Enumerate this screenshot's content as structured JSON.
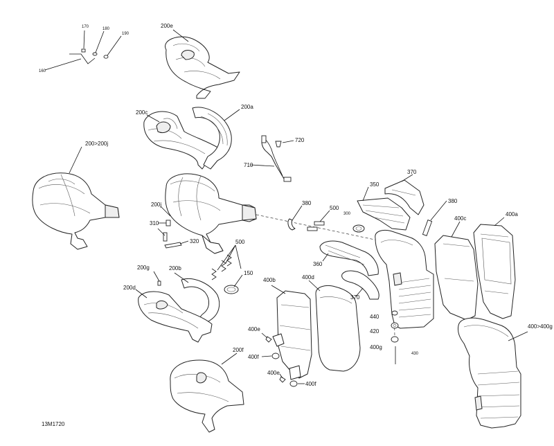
{
  "diagram_id": "13M1720",
  "callouts": {
    "c170": "170",
    "c180": "180",
    "c190": "190",
    "c160": "160",
    "c200e": "200e",
    "c200c": "200c",
    "c200a": "200a",
    "c200_200j": "200>200j",
    "c720": "720",
    "c710": "710",
    "c200j": "200j",
    "c310": "310",
    "c320": "320",
    "c500a": "500",
    "c500b": "500",
    "c380a": "380",
    "c380b": "380",
    "c350": "350",
    "c370a": "370",
    "c370b": "370",
    "c300": "300",
    "c360": "360",
    "c400c": "400c",
    "c400a": "400a",
    "c200g": "200g",
    "c200b": "200b",
    "c200d": "200d",
    "c150": "150",
    "c400b": "400b",
    "c400d": "400d",
    "c440": "440",
    "c420": "420",
    "c400g": "400g",
    "c430": "430",
    "c400e_a": "400e",
    "c400f_a": "400f",
    "c400e_b": "400e",
    "c400f_b": "400f",
    "c200f": "200f",
    "c400_400g": "400>400g"
  }
}
